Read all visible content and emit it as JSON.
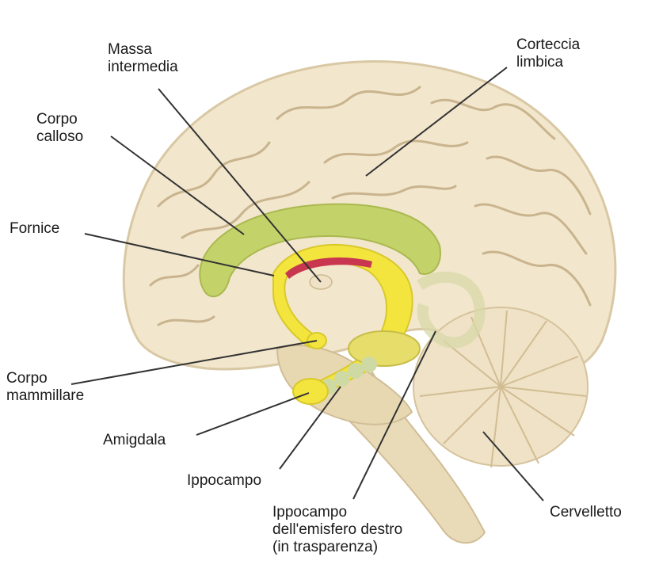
{
  "colors": {
    "brain": "#f2e6cc",
    "brain_outline": "#d9c8a4",
    "gyri": "#c9b48e",
    "corpus_callosum": "#c3d36a",
    "fornix": "#f3e43e",
    "hippocampus": "#e7dd6a",
    "massa_intermedia": "#c8374f",
    "cerebellum": "#efe2c6",
    "leader_line": "#333333"
  },
  "labels": {
    "massa_intermedia": [
      "Massa",
      "intermedia"
    ],
    "corteccia_limbica": [
      "Corteccia",
      "limbica"
    ],
    "corpo_calloso": [
      "Corpo",
      "calloso"
    ],
    "fornice": [
      "Fornice"
    ],
    "corpo_mammillare": [
      "Corpo",
      "mammillare"
    ],
    "amigdala": [
      "Amigdala"
    ],
    "ippocampo": [
      "Ippocampo"
    ],
    "ippocampo_destro": [
      "Ippocampo",
      "dell'emisfero destro",
      "(in trasparenza)"
    ],
    "cervelletto": [
      "Cervelletto"
    ]
  }
}
